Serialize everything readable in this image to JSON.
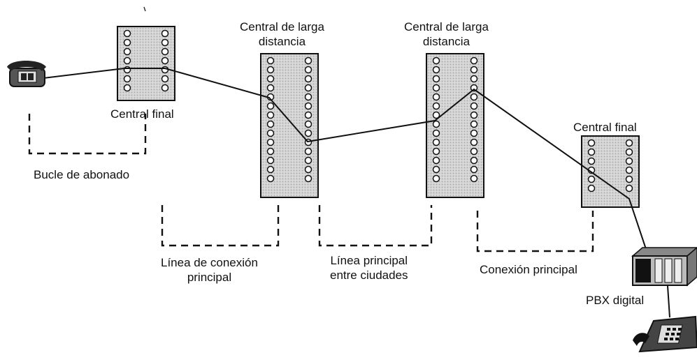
{
  "labels": {
    "end_office_left": "Central final",
    "long_distance_1": [
      "Central de larga",
      "distancia"
    ],
    "long_distance_2": [
      "Central de larga",
      "distancia"
    ],
    "end_office_right": "Central final",
    "subscriber_loop": "Bucle de abonado",
    "trunk_connection": [
      "Línea de conexión",
      "principal"
    ],
    "intercity_trunk": [
      "Línea principal",
      "entre ciudades"
    ],
    "main_connection": "Conexión principal",
    "digital_pbx": "PBX digital"
  },
  "icons": [
    "telephone-icon",
    "pbx-icon",
    "desk-phone-icon"
  ],
  "colors": {
    "panel_fill": "#cfcfcf",
    "line": "#111111"
  }
}
